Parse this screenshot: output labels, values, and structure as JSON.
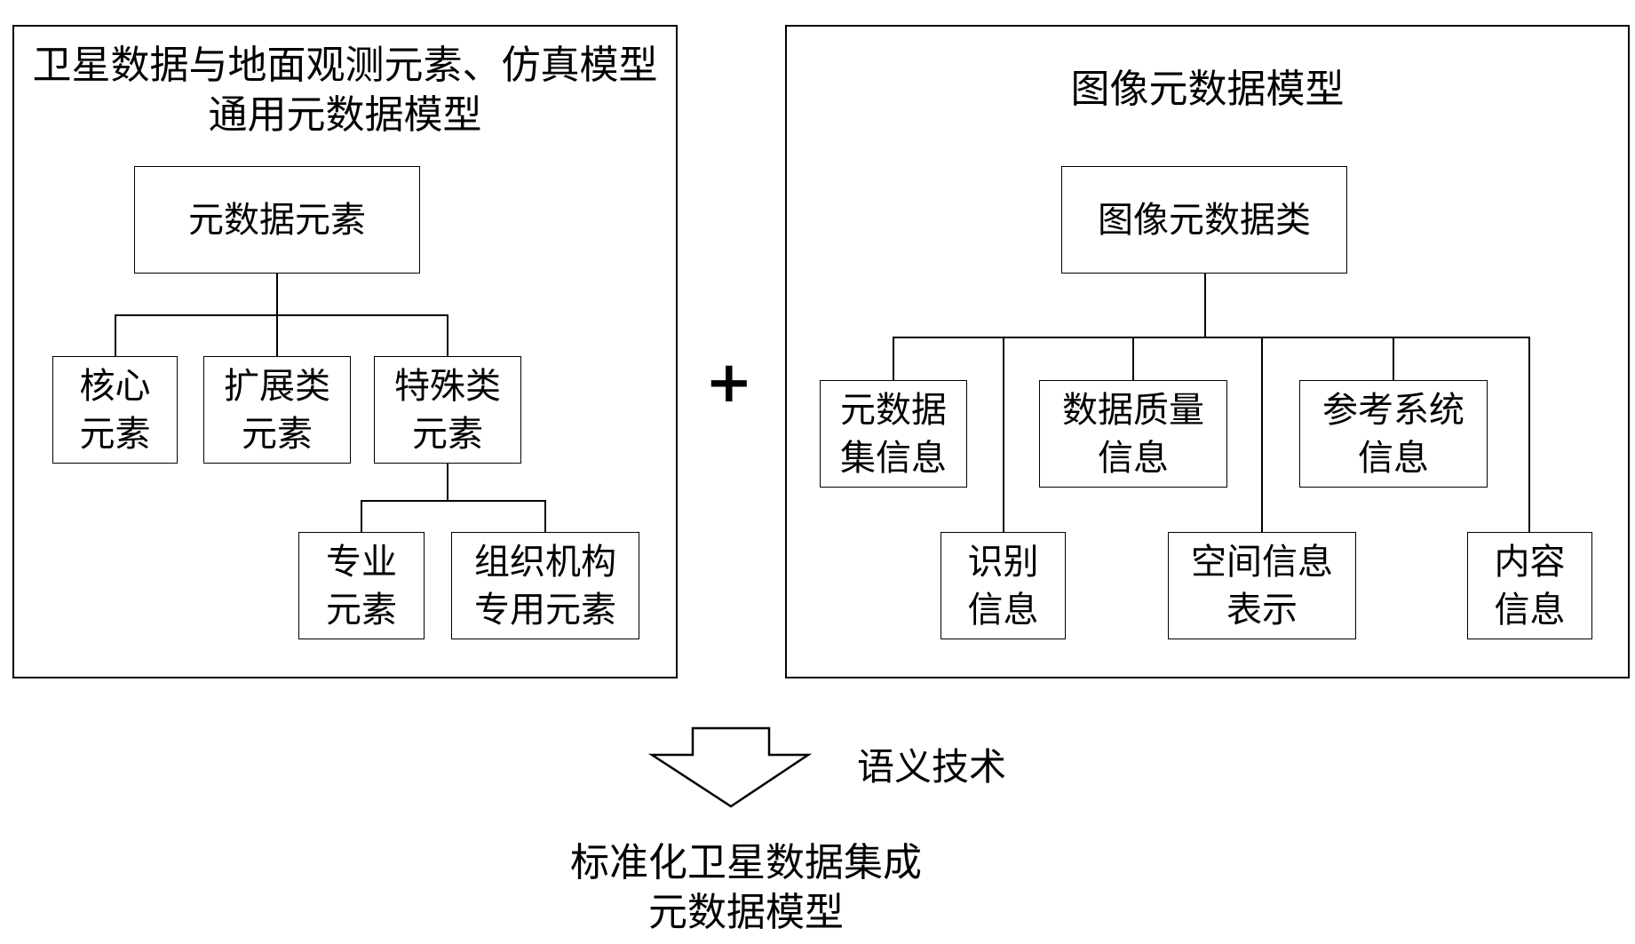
{
  "left_panel": {
    "title_line1": "卫星数据与地面观测元素、仿真模型",
    "title_line2": "通用元数据模型",
    "root": "元数据元素",
    "core": [
      "核心",
      "元素"
    ],
    "extension": [
      "扩展类",
      "元素"
    ],
    "special": [
      "特殊类",
      "元素"
    ],
    "professional": [
      "专业",
      "元素"
    ],
    "organization": [
      "组织机构",
      "专用元素"
    ]
  },
  "plus": "+",
  "right_panel": {
    "title": "图像元数据模型",
    "root": "图像元数据类",
    "dataset": [
      "元数据",
      "集信息"
    ],
    "quality": [
      "数据质量",
      "信息"
    ],
    "reference": [
      "参考系统",
      "信息"
    ],
    "identification": [
      "识别",
      "信息"
    ],
    "spatial": [
      "空间信息",
      "表示"
    ],
    "content": [
      "内容",
      "信息"
    ]
  },
  "arrow_label": "语义技术",
  "result_line1": "标准化卫星数据集成",
  "result_line2": "元数据模型"
}
